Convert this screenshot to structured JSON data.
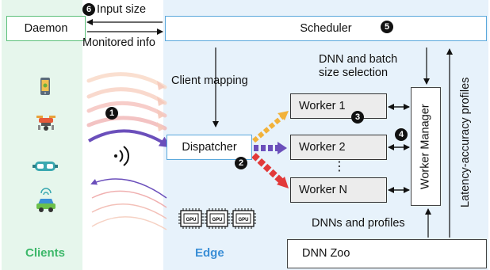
{
  "labels": {
    "daemon": "Daemon",
    "scheduler": "Scheduler",
    "dispatcher": "Dispatcher",
    "worker1": "Worker 1",
    "worker2": "Worker 2",
    "workerN": "Worker N",
    "worker_manager": "Worker Manager",
    "dnn_zoo": "DNN Zoo",
    "input_size": "Input size",
    "monitored_info": "Monitored info",
    "client_mapping": "Client mapping",
    "dnn_batch_line1": "DNN and batch",
    "dnn_batch_line2": "size selection",
    "dnns_and_profiles": "DNNs and profiles",
    "latency_profiles": "Latency-accuracy profiles",
    "clients": "Clients",
    "edge": "Edge",
    "ellipsis": "⋮",
    "gpu": "GPU"
  },
  "steps": [
    "1",
    "2",
    "3",
    "4",
    "5",
    "6"
  ],
  "colors": {
    "clients_bg": "#e6f6ec",
    "edge_bg": "#e7f2fb",
    "green": "#3db86a",
    "blue": "#3b8fd6",
    "arrow_yellow": "#f2b23a",
    "arrow_purple": "#6b4fbb",
    "arrow_red": "#e23a3a"
  },
  "icons": [
    "smartphone-icon",
    "drone-icon",
    "vr-headset-icon",
    "connected-car-icon",
    "wireless-signal-icon",
    "gpu-chip-icon",
    "dnn-model-icon"
  ]
}
